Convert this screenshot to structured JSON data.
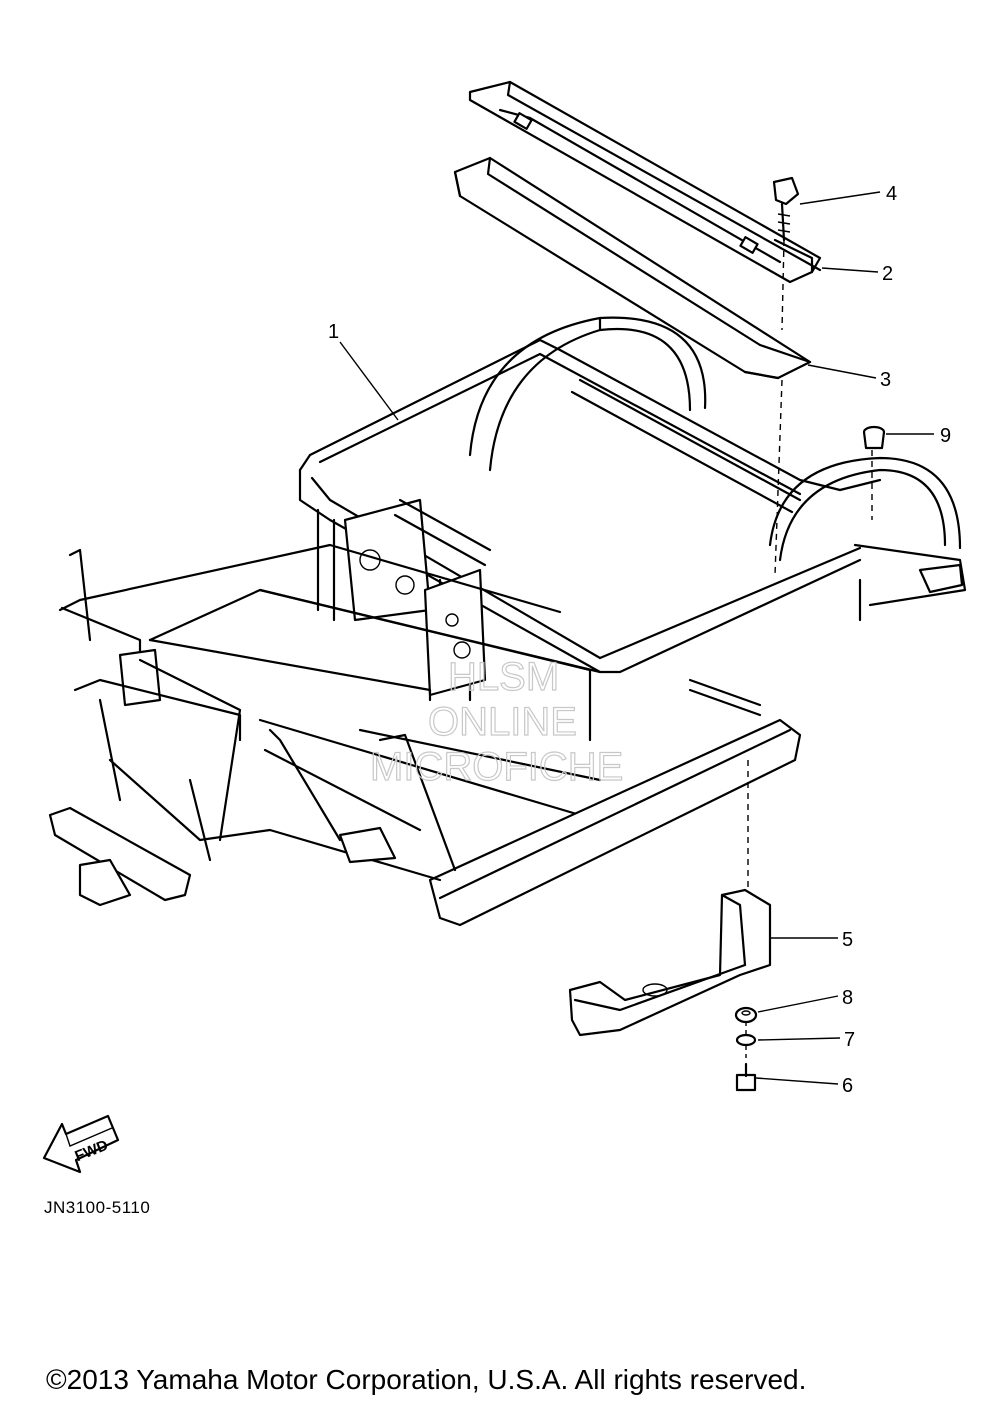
{
  "diagram": {
    "callouts": [
      "1",
      "2",
      "3",
      "4",
      "5",
      "6",
      "7",
      "8",
      "9"
    ],
    "fwd_label": "FWD",
    "drawing_code": "JN3100-5110",
    "watermark": [
      "HLSM",
      "ONLINE",
      "MICROFICHE"
    ]
  },
  "footer": {
    "copyright": "©2013 Yamaha Motor Corporation, U.S.A. All rights reserved."
  }
}
